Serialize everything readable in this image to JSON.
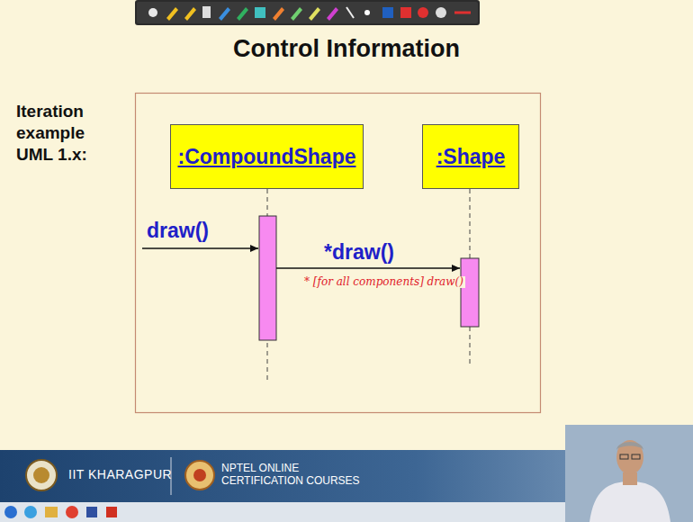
{
  "diagram": {
    "title": "Control Information",
    "nodes": [
      {
        "text": [
          ":CompoundShape"
        ]
      },
      {
        "text": [
          ":Shape"
        ]
      }
    ],
    "labels": [
      "Iteration example UML 1.x:",
      "draw()",
      "*draw()",
      "* [for all components] draw()",
      "IIT KHARAGPUR",
      "NPTEL ONLINE CERTIFICATION COURSES"
    ]
  }
}
